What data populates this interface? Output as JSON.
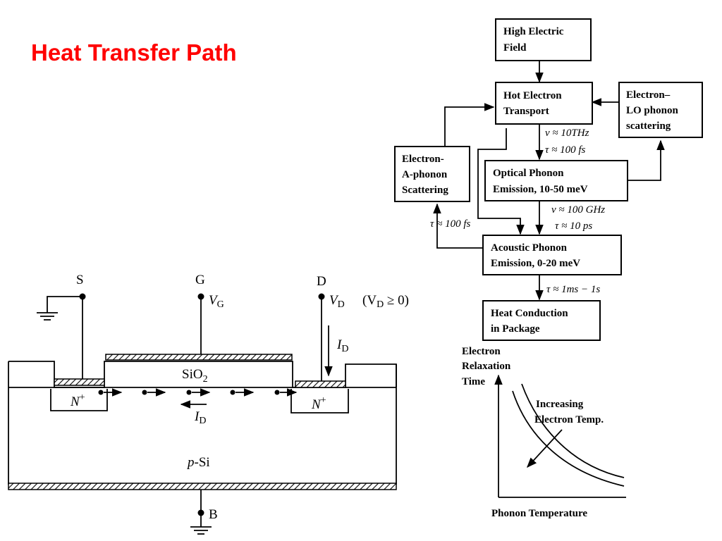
{
  "title": "Heat Transfer Path",
  "colors": {
    "title": "#ff0000",
    "lines": "#000000",
    "background": "#ffffff"
  },
  "flowchart": {
    "boxes": {
      "high_field": [
        "High Electric",
        "Field"
      ],
      "hot_electron": [
        "Hot Electron",
        "Transport"
      ],
      "lo_scatter": [
        "Electron–",
        "LO phonon",
        "scattering"
      ],
      "a_scatter": [
        "Electron-",
        "A-phonon",
        "Scattering"
      ],
      "optical": [
        "Optical Phonon",
        "Emission, 10-50 meV"
      ],
      "acoustic": [
        "Acoustic Phonon",
        "Emission, 0-20 meV"
      ],
      "heat": [
        "Heat Conduction",
        "in Package"
      ]
    },
    "labels": {
      "nu1": "ν ≈ 10THz",
      "tau1": "τ ≈ 100 fs",
      "nu2": "ν ≈ 100 GHz",
      "tau2": "τ ≈ 10 ps",
      "tau_left": "τ ≈ 100 fs",
      "tau3": "τ ≈ 1ms − 1s"
    }
  },
  "relaxation_plot": {
    "ylabel": [
      "Electron",
      "Relaxation",
      "Time"
    ],
    "xlabel": "Phonon Temperature",
    "annotation": [
      "Increasing",
      "Electron Temp."
    ]
  },
  "mosfet": {
    "terminals": {
      "source": "S",
      "gate": "G",
      "drain": "D",
      "body": "B"
    },
    "vg": {
      "main": "V",
      "sub": "G"
    },
    "vd": {
      "main": "V",
      "sub": "D"
    },
    "vd_cond": {
      "open": "(V",
      "sub": "D",
      "rest": " ≥ 0)"
    },
    "id_drain": {
      "main": "I",
      "sub": "D"
    },
    "id_channel": {
      "main": "I",
      "sub": "D"
    },
    "oxide": {
      "main": "SiO",
      "sub": "2"
    },
    "n_left": {
      "main": "N",
      "sup": "+"
    },
    "n_right": {
      "main": "N",
      "sup": "+"
    },
    "substrate": {
      "italic": "p",
      "rest": "-Si"
    }
  }
}
